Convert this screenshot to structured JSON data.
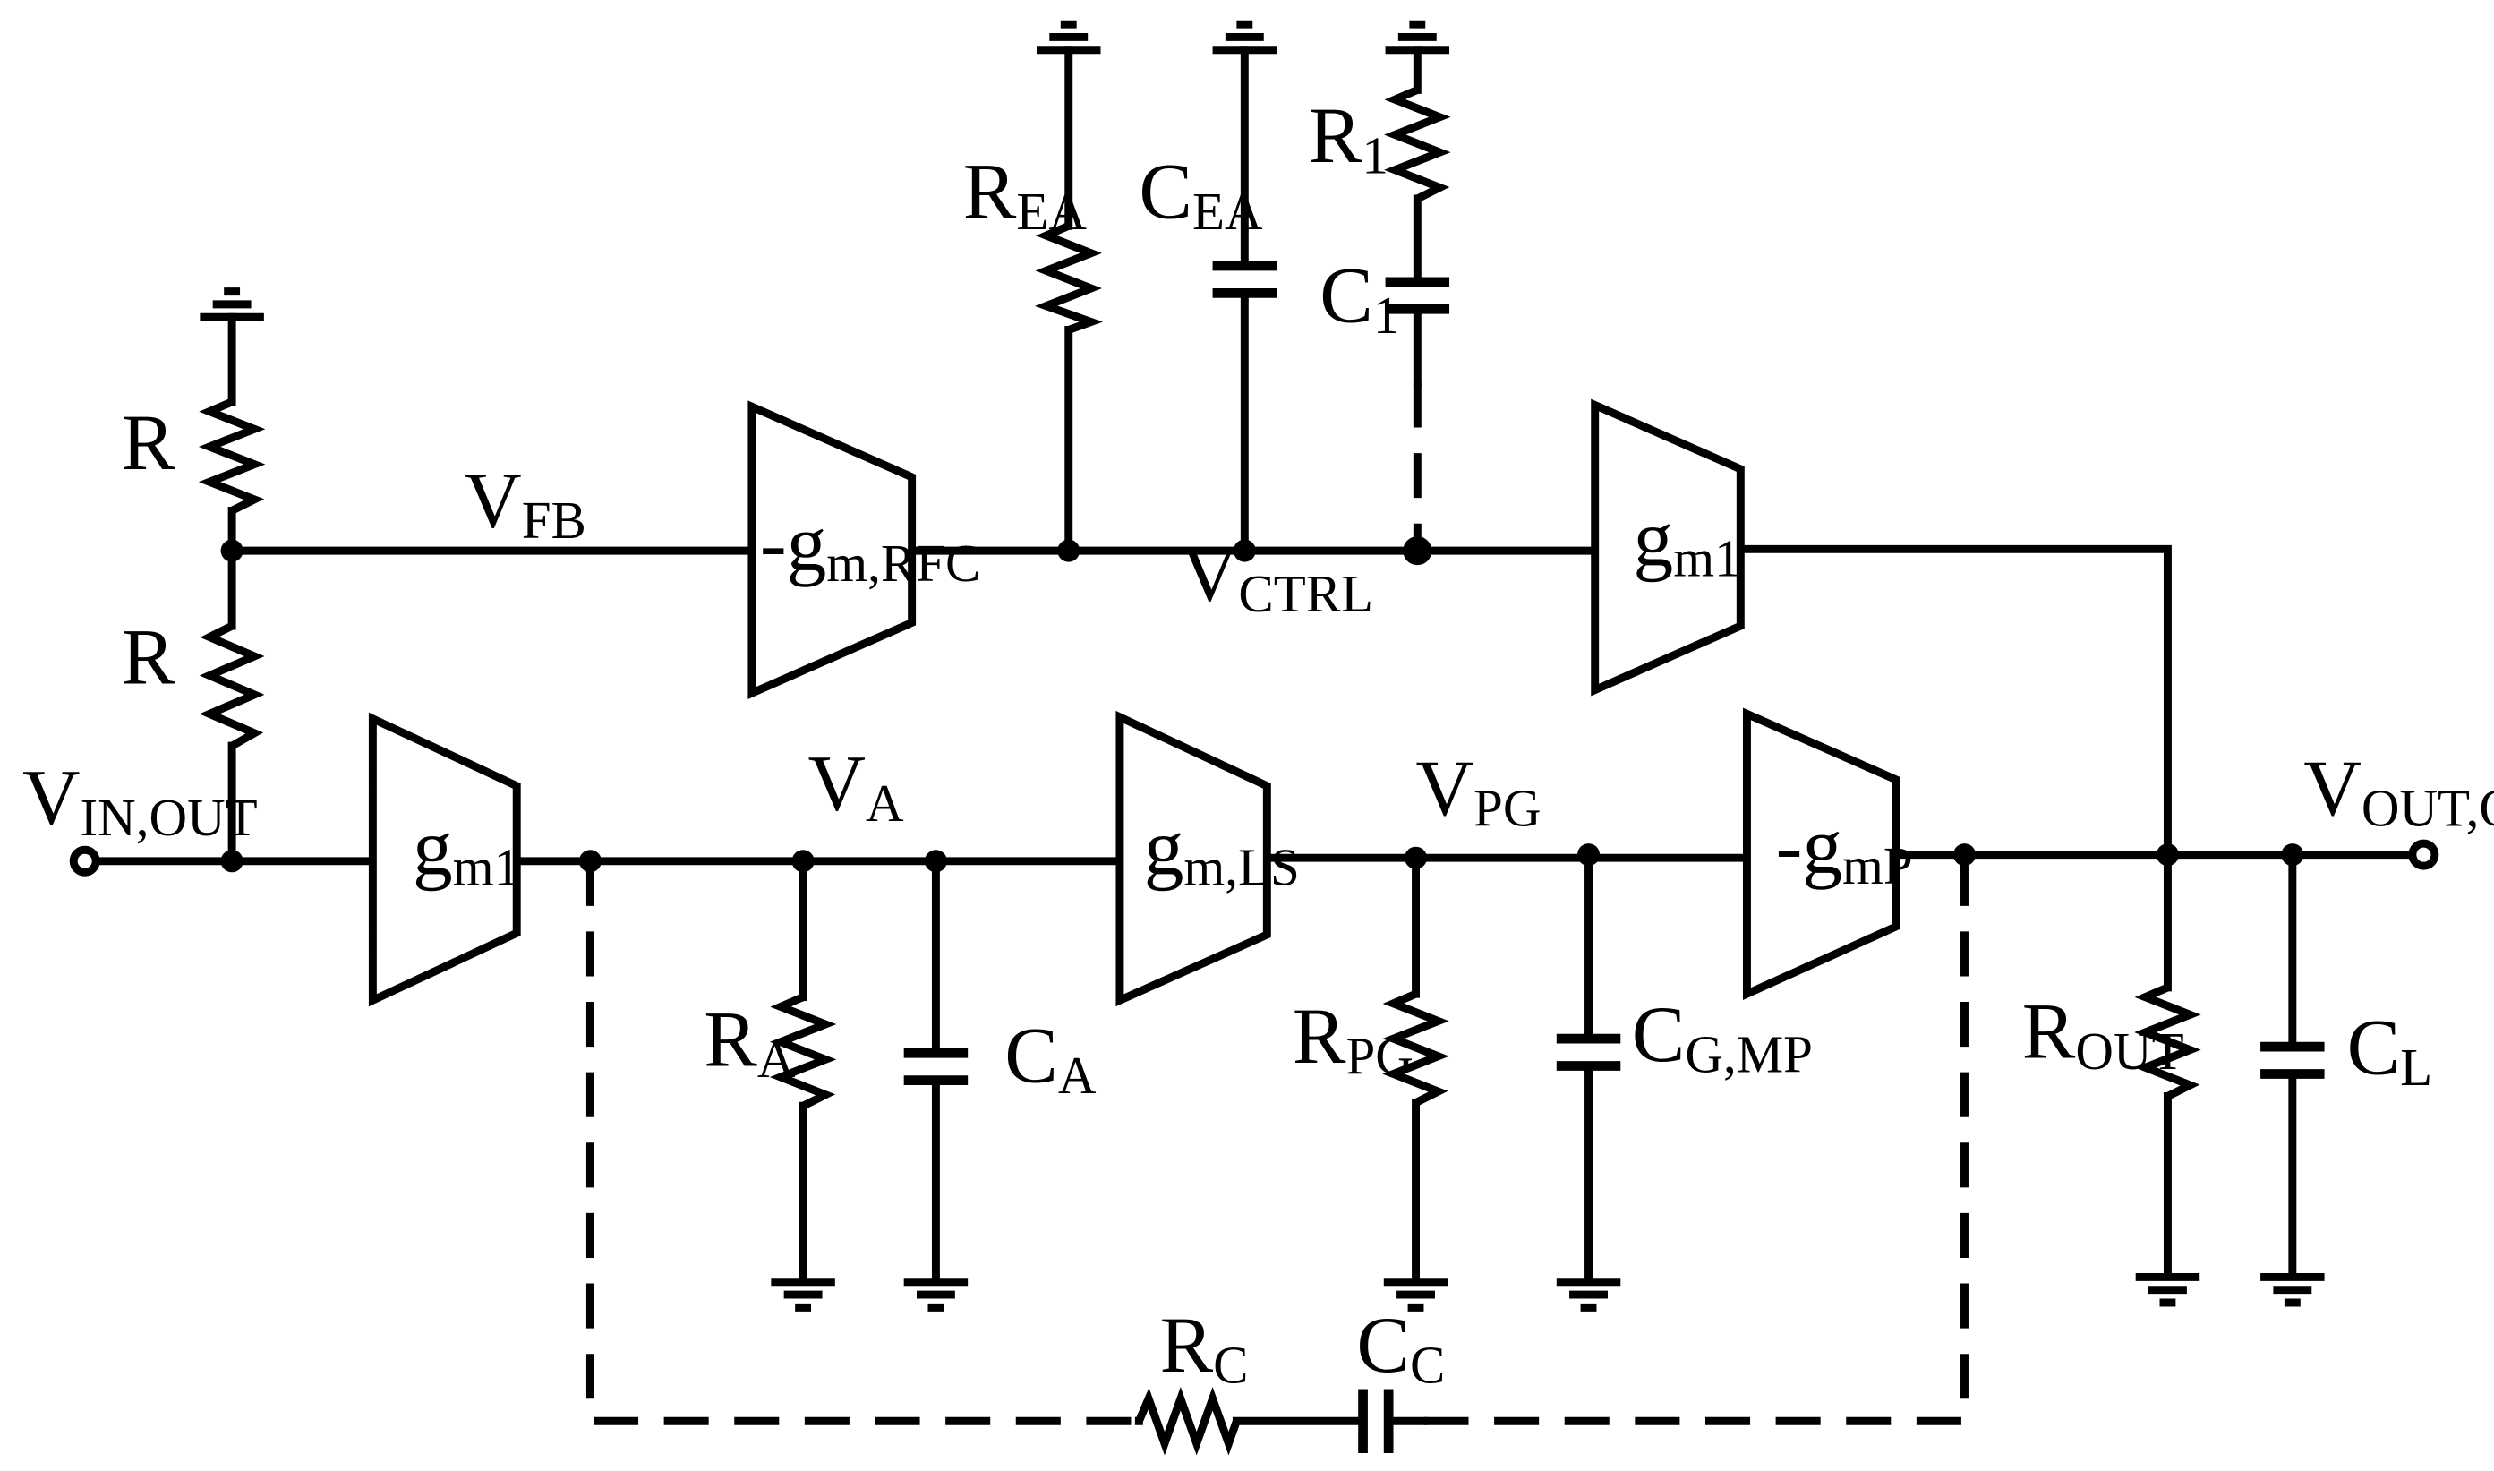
{
  "nodes": {
    "vin_out": {
      "main": "V",
      "sub": "IN,OUT"
    },
    "vfb": {
      "main": "V",
      "sub": "FB"
    },
    "vctrl": {
      "main": "V",
      "sub": "CTRL"
    },
    "va": {
      "main": "V",
      "sub": "A"
    },
    "vpg": {
      "main": "V",
      "sub": "PG"
    },
    "vout_out": {
      "main": "V",
      "sub": "OUT,OUT"
    }
  },
  "amplifiers": {
    "gm_rfc": {
      "main": "-g",
      "sub": "m,RFC"
    },
    "gm1_top": {
      "main": "g",
      "sub": "m1"
    },
    "gm1_bottom": {
      "main": "g",
      "sub": "m1"
    },
    "gm_ls": {
      "main": "g",
      "sub": "m,LS"
    },
    "gm_p": {
      "main": "-g",
      "sub": "mP"
    }
  },
  "components": {
    "r_top": {
      "main": "R",
      "sub": ""
    },
    "r_bottom": {
      "main": "R",
      "sub": ""
    },
    "r_ea": {
      "main": "R",
      "sub": "EA"
    },
    "c_ea": {
      "main": "C",
      "sub": "EA"
    },
    "r1": {
      "main": "R",
      "sub": "1"
    },
    "c1": {
      "main": "C",
      "sub": "1"
    },
    "r_a": {
      "main": "R",
      "sub": "A"
    },
    "c_a": {
      "main": "C",
      "sub": "A"
    },
    "r_pg": {
      "main": "R",
      "sub": "PG"
    },
    "c_g_mp": {
      "main": "C",
      "sub": "G,MP"
    },
    "r_out": {
      "main": "R",
      "sub": "OUT"
    },
    "c_l": {
      "main": "C",
      "sub": "L"
    },
    "r_c": {
      "main": "R",
      "sub": "C"
    },
    "c_c": {
      "main": "C",
      "sub": "C"
    }
  }
}
